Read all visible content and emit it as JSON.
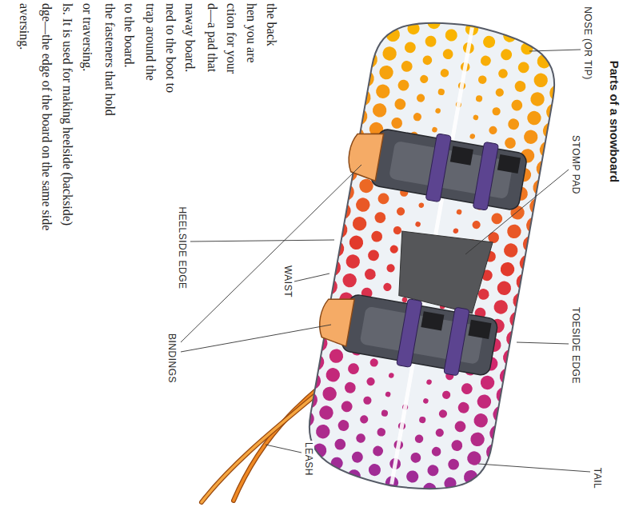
{
  "diagram": {
    "caption": "Parts of a snowboard",
    "labels": [
      "aversing.",
      "dge—the edge of the board on the same side",
      "ls. It is used for making heelside (backside)",
      "or traversing.",
      "the fasteners that hold",
      "to the board.",
      "trap around the",
      "ned to the boot to",
      "naway board.",
      "d—a pad that",
      "ction for your",
      "hen you are",
      "the back",
      "NOSE (OR TIP)",
      "STOMP PAD",
      "HEELSIDE EDGE",
      "WAIST",
      "BINDINGS",
      "LEASH",
      "TOESIDE EDGE",
      "TAIL"
    ]
  }
}
